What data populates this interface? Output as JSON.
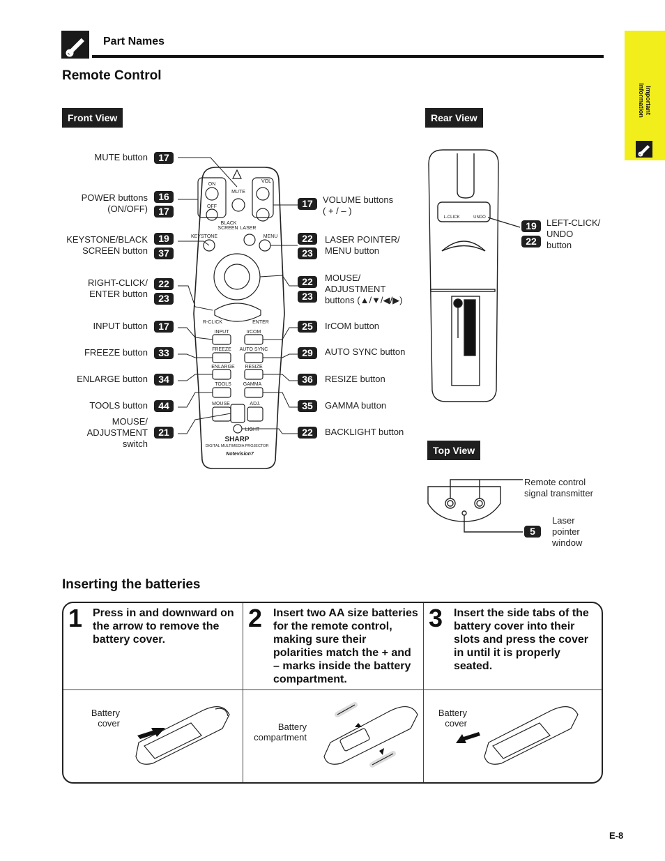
{
  "header": {
    "title": "Part Names"
  },
  "section_title": "Remote Control",
  "sidebar": {
    "label_line1": "Important",
    "label_line2": "Information",
    "icon": "wrench-pencil-icon"
  },
  "front_view": {
    "tab": "Front View",
    "left_labels": [
      {
        "text": "MUTE button",
        "badges": [
          "17"
        ]
      },
      {
        "text": "POWER buttons\n(ON/OFF)",
        "badges": [
          "16",
          "17"
        ]
      },
      {
        "text": "KEYSTONE/BLACK\nSCREEN button",
        "badges": [
          "19",
          "37"
        ]
      },
      {
        "text": "RIGHT-CLICK/\nENTER button",
        "badges": [
          "22",
          "23"
        ]
      },
      {
        "text": "INPUT button",
        "badges": [
          "17"
        ]
      },
      {
        "text": "FREEZE button",
        "badges": [
          "33"
        ]
      },
      {
        "text": "ENLARGE button",
        "badges": [
          "34"
        ]
      },
      {
        "text": "TOOLS button",
        "badges": [
          "44"
        ]
      },
      {
        "text": "MOUSE/\nADJUSTMENT\nswitch",
        "badges": [
          "21"
        ]
      }
    ],
    "right_labels": [
      {
        "text": "VOLUME buttons\n( + / – )",
        "badges": [
          "17"
        ]
      },
      {
        "text": "LASER POINTER/\nMENU button",
        "badges": [
          "22",
          "23"
        ]
      },
      {
        "text": "MOUSE/\nADJUSTMENT\nbuttons (▲/▼/◀/▶)",
        "badges": [
          "22",
          "23"
        ]
      },
      {
        "text": "IrCOM button",
        "badges": [
          "25"
        ]
      },
      {
        "text": "AUTO SYNC button",
        "badges": [
          "29"
        ]
      },
      {
        "text": "RESIZE button",
        "badges": [
          "36"
        ]
      },
      {
        "text": "GAMMA button",
        "badges": [
          "35"
        ]
      },
      {
        "text": "BACKLIGHT button",
        "badges": [
          "22"
        ]
      }
    ],
    "remote_text": {
      "on": "ON",
      "off": "OFF",
      "mute": "MUTE",
      "vol": "VOL",
      "black": "BLACK",
      "screen": "SCREEN",
      "laser": "LASER",
      "keystone": "KEYSTONE",
      "menu": "MENU",
      "rclick": "R-CLICK",
      "enter": "ENTER",
      "input": "INPUT",
      "ircom": "IrCOM",
      "freeze": "FREEZE",
      "autosync": "AUTO SYNC",
      "enlarge": "ENLARGE",
      "resize": "RESIZE",
      "tools": "TOOLS",
      "gamma": "GAMMA",
      "mouse": "MOUSE",
      "adj": "ADJ.",
      "light": "LIGHT",
      "brand": "SHARP",
      "product": "DIGITAL MULTIMEDIA PROJECTOR",
      "model": "Notevision7"
    }
  },
  "rear_view": {
    "tab": "Rear View",
    "label": {
      "text": "LEFT-CLICK/\nUNDO\nbutton",
      "badges": [
        "19",
        "22"
      ]
    },
    "remote_text": {
      "lclick": "L-CLICK",
      "undo": "UNDO"
    }
  },
  "top_view": {
    "tab": "Top View",
    "transmitter_label": "Remote control\nsignal transmitter",
    "laser_label": "Laser\npointer\nwindow",
    "laser_badge": "5"
  },
  "batteries": {
    "title": "Inserting the batteries",
    "steps": [
      {
        "num": "1",
        "text": "Press in and downward on the arrow to remove the battery cover.",
        "caption": "Battery\ncover"
      },
      {
        "num": "2",
        "text": "Insert two AA size batteries for the remote control, making sure their polarities match the + and – marks inside the battery compartment.",
        "caption": "Battery\ncompartment"
      },
      {
        "num": "3",
        "text": "Insert the side tabs of the battery cover into their slots and press the cover in until it is properly seated.",
        "caption": "Battery\ncover"
      }
    ]
  },
  "page_number": "E-8"
}
